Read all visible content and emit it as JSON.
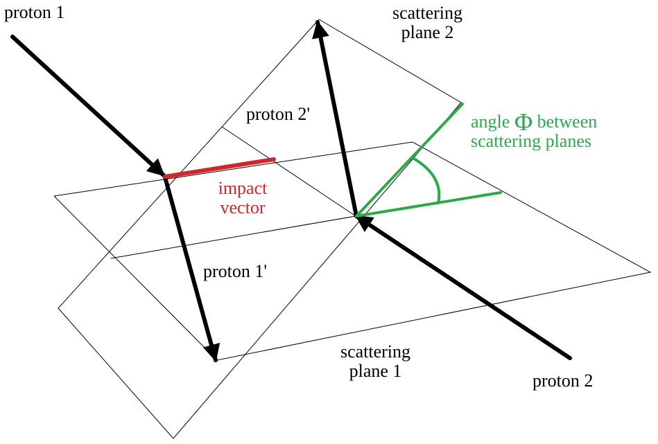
{
  "colors": {
    "ink": "#000000",
    "impact": "#d4242c",
    "angle": "#2ea84c"
  },
  "labels": {
    "proton1": "proton 1",
    "proton2": "proton 2",
    "proton1_out": "proton 1'",
    "proton2_out": "proton 2'",
    "plane2_line1": "scattering",
    "plane2_line2": "plane 2",
    "plane1_line1": "scattering",
    "plane1_line2": "plane 1",
    "impact_line1": "impact",
    "impact_line2": "vector",
    "angle_word": "angle",
    "angle_symbol": "Φ",
    "angle_after": "between",
    "angle_line2": "scattering planes"
  }
}
